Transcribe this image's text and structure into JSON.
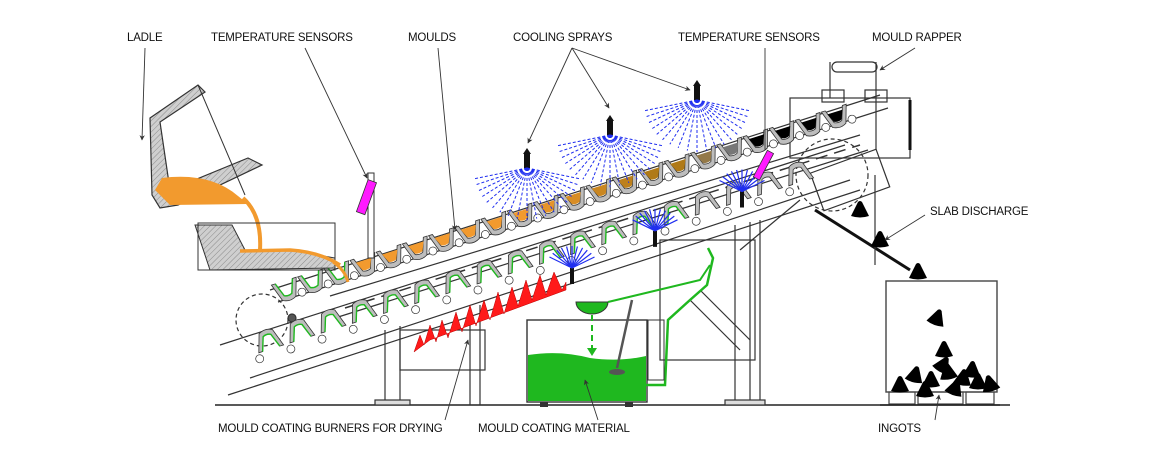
{
  "diagram": {
    "title": "Pig casting machine",
    "colors": {
      "molten_metal": "#f29a2e",
      "metal_cooled": "#b07a18",
      "cooling_spray": "#1f2ef0",
      "burner_flame": "#ff1a1a",
      "coating_material": "#1fb81f",
      "sensor": "#ff1aff",
      "ingot": "#000000",
      "line": "#333333"
    },
    "labels": {
      "ladle": "LADLE",
      "temp_sensors_left": "TEMPERATURE SENSORS",
      "moulds": "MOULDS",
      "cooling_sprays": "COOLING SPRAYS",
      "temp_sensors_right": "TEMPERATURE SENSORS",
      "mould_rapper": "MOULD RAPPER",
      "slab_discharge": "SLAB DISCHARGE",
      "burners": "MOULD COATING BURNERS FOR DRYING",
      "coating_material": "MOULD COATING MATERIAL",
      "ingots": "INGOTS"
    }
  }
}
